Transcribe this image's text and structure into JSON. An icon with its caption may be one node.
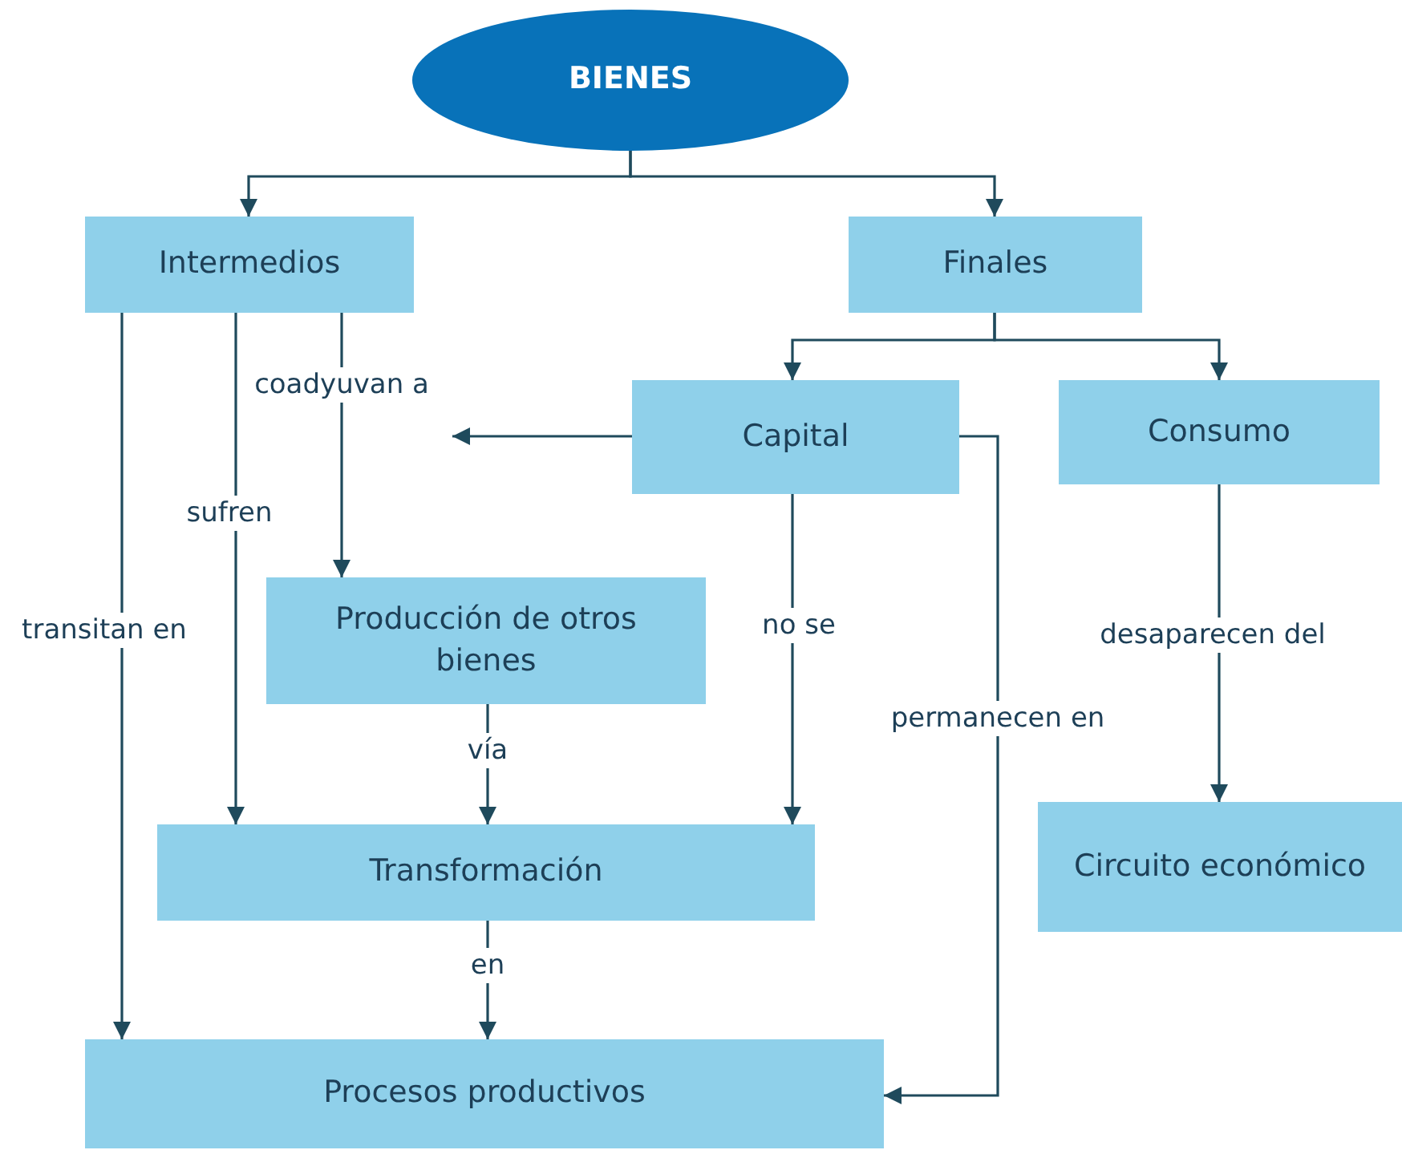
{
  "diagram": {
    "nodes": [
      {
        "text": [
          "BIENES"
        ]
      },
      {
        "text": [
          "Intermedios"
        ]
      },
      {
        "text": [
          "Finales"
        ]
      },
      {
        "text": [
          "Capital"
        ]
      },
      {
        "text": [
          "Consumo"
        ]
      },
      {
        "text": [
          "Producción de otros bienes"
        ]
      },
      {
        "text": [
          "Transformación"
        ]
      },
      {
        "text": [
          "Procesos productivos"
        ]
      },
      {
        "text": [
          "Circuito económico"
        ]
      }
    ],
    "edges": [
      {
        "from": 0,
        "to": 1,
        "arrow": "to"
      },
      {
        "from": 0,
        "to": 2,
        "arrow": "to"
      },
      {
        "from": 2,
        "to": 3,
        "arrow": "to"
      },
      {
        "from": 2,
        "to": 4,
        "arrow": "to"
      },
      {
        "from": 1,
        "to": 5,
        "arrow": "to",
        "label": "coadyuvan a"
      },
      {
        "from": 3,
        "to": null,
        "arrow": "to"
      },
      {
        "from": 1,
        "to": 6,
        "arrow": "to",
        "label": "sufren"
      },
      {
        "from": 1,
        "to": 7,
        "arrow": "to",
        "label": "transitan en"
      },
      {
        "from": 5,
        "to": 6,
        "arrow": "to",
        "label": "vía"
      },
      {
        "from": 3,
        "to": 6,
        "arrow": "to",
        "label": "no se"
      },
      {
        "from": 6,
        "to": 7,
        "arrow": "to",
        "label": "en"
      },
      {
        "from": 3,
        "to": 7,
        "arrow": "to",
        "label": "permanecen en"
      },
      {
        "from": 4,
        "to": 8,
        "arrow": "to",
        "label": "desaparecen del"
      }
    ]
  }
}
